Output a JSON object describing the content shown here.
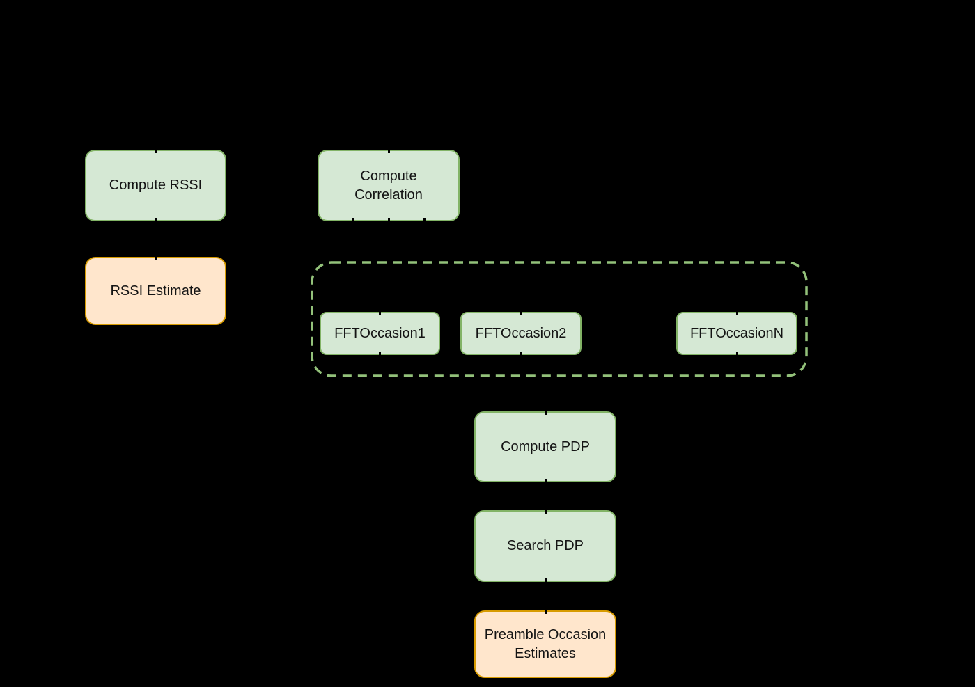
{
  "diagram": {
    "type": "flowchart",
    "background_color": "#000000",
    "nodes": {
      "compute_rssi": {
        "label": "Compute RSSI",
        "kind": "process"
      },
      "compute_correlation": {
        "label": "Compute Correlation",
        "kind": "process"
      },
      "rssi_estimate": {
        "label": "RSSI Estimate",
        "kind": "output"
      },
      "fft_occasion_1": {
        "label": "FFTOccasion1",
        "kind": "process"
      },
      "fft_occasion_2": {
        "label": "FFTOccasion2",
        "kind": "process"
      },
      "fft_occasion_n": {
        "label": "FFTOccasionN",
        "kind": "process"
      },
      "compute_pdp": {
        "label": "Compute PDP",
        "kind": "process"
      },
      "search_pdp": {
        "label": "Search PDP",
        "kind": "process"
      },
      "preamble_occasion_estimates": {
        "label": "Preamble Occasion Estimates",
        "kind": "output"
      }
    },
    "groups": {
      "fft_occasions_group": {
        "style": "dashed-rounded-rect",
        "contains": [
          "FFTOccasion1",
          "FFTOccasion2",
          "FFTOccasionN"
        ]
      }
    },
    "colors": {
      "process_fill": "#d5e8d4",
      "process_border": "#82b366",
      "output_fill": "#ffe6cc",
      "output_border": "#d79b00",
      "group_dashed_border": "#93c17a",
      "node_text": "#141414"
    }
  }
}
